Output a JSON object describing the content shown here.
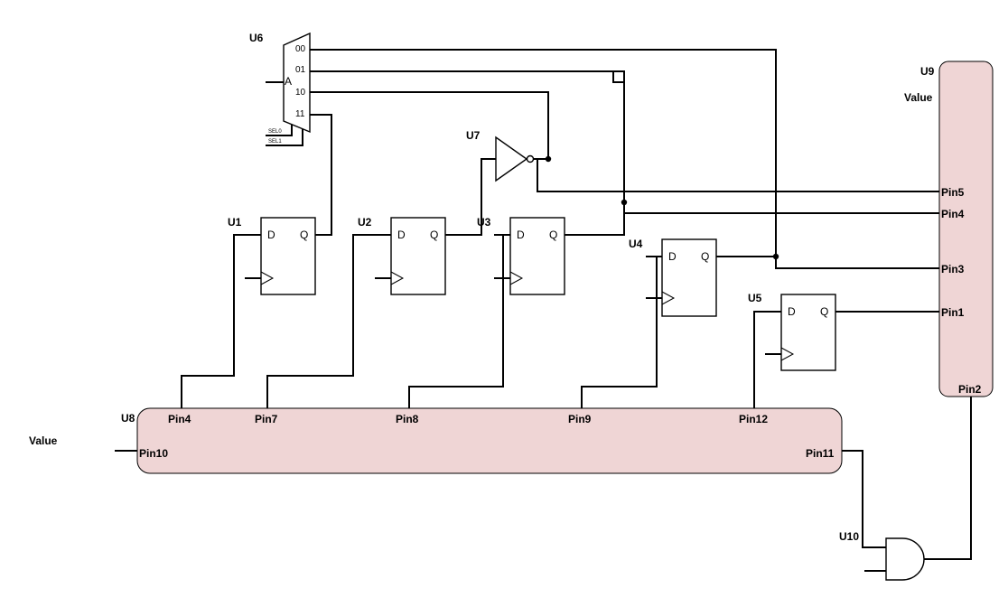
{
  "components": {
    "u1": {
      "ref": "U1",
      "d": "D",
      "q": "Q"
    },
    "u2": {
      "ref": "U2",
      "d": "D",
      "q": "Q"
    },
    "u3": {
      "ref": "U3",
      "d": "D",
      "q": "Q"
    },
    "u4": {
      "ref": "U4",
      "d": "D",
      "q": "Q"
    },
    "u5": {
      "ref": "U5",
      "d": "D",
      "q": "Q"
    },
    "u6": {
      "ref": "U6",
      "input": "A",
      "outputs": [
        "00",
        "01",
        "10",
        "11"
      ],
      "selects": [
        "SEL0",
        "SEL1"
      ]
    },
    "u7": {
      "ref": "U7"
    },
    "u8": {
      "ref": "U8",
      "value": "Value",
      "pins": [
        "Pin4",
        "Pin7",
        "Pin8",
        "Pin9",
        "Pin12",
        "Pin10",
        "Pin11"
      ]
    },
    "u9": {
      "ref": "U9",
      "value": "Value",
      "pins": [
        "Pin5",
        "Pin4",
        "Pin3",
        "Pin1",
        "Pin2"
      ]
    },
    "u10": {
      "ref": "U10"
    }
  },
  "colors": {
    "block_fill": "#efd5d5",
    "wire": "#000000"
  }
}
